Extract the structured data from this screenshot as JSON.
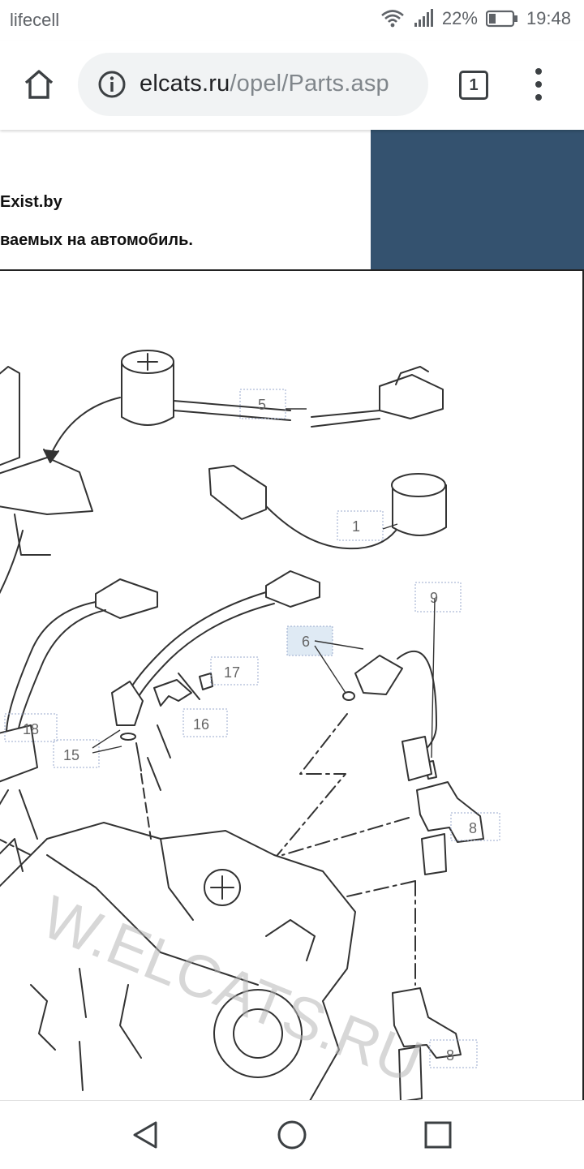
{
  "status_bar": {
    "carrier": "lifecell",
    "battery": "22%",
    "time": "19:48"
  },
  "browser": {
    "url_domain": "elcats.ru",
    "url_path": "/opel/Parts.asp",
    "tab_count": "1"
  },
  "page": {
    "text_line_1": "Exist.by",
    "text_line_2": "ваемых на автомобиль.",
    "accent_color": "#34526f",
    "diagram": {
      "callouts": [
        "5",
        "1",
        "9",
        "6",
        "17",
        "18",
        "16",
        "15",
        "8",
        "8"
      ],
      "watermark": "W.ELCATS.RU"
    }
  },
  "nav": {
    "back_icon": "triangle-back-icon",
    "home_icon": "circle-home-icon",
    "recents_icon": "square-recents-icon"
  }
}
